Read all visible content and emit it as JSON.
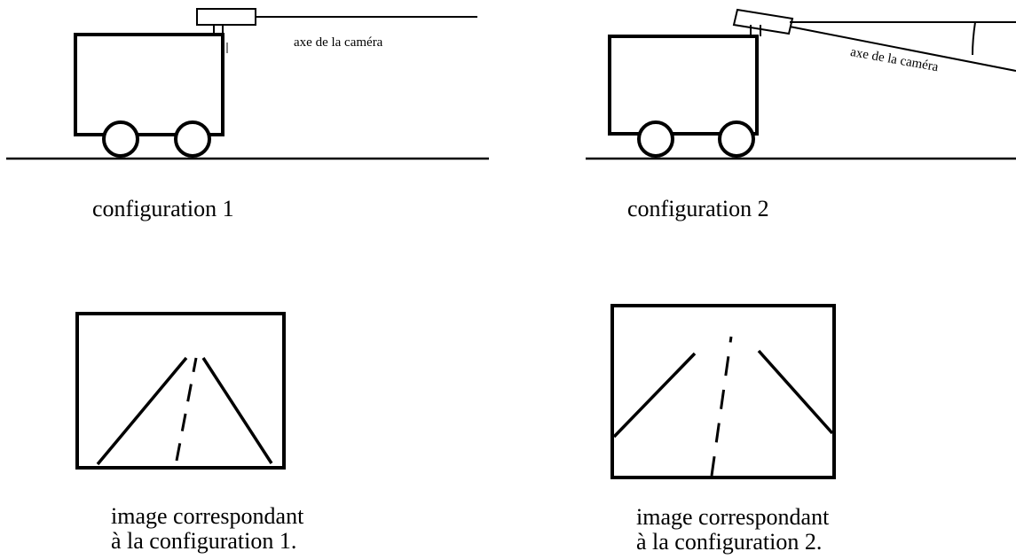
{
  "configuration_1": {
    "axis_label": "axe de la caméra",
    "caption": "configuration 1",
    "image_caption_line1": "image correspondant",
    "image_caption_line2": "à la configuration 1."
  },
  "configuration_2": {
    "axis_label": "axe de la caméra",
    "caption": "configuration 2",
    "image_caption_line1": "image correspondant",
    "image_caption_line2": "à la configuration 2."
  }
}
